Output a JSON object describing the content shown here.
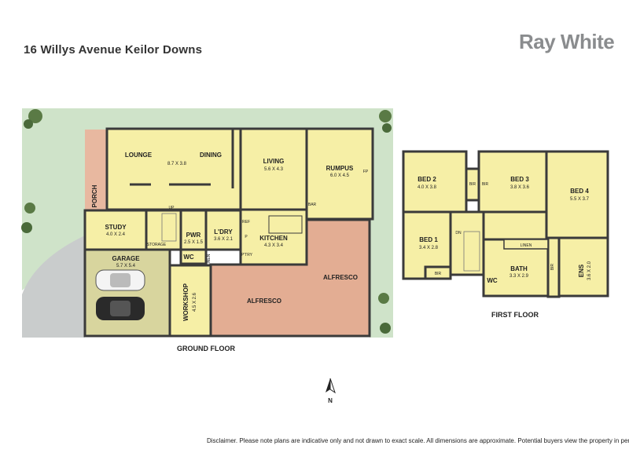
{
  "header": {
    "address": "16 Willys Avenue Keilor Downs",
    "brand": "Ray White"
  },
  "floors": {
    "ground": "GROUND FLOOR",
    "first": "FIRST FLOOR"
  },
  "compass": "N",
  "rooms": {
    "lounge": "LOUNGE",
    "lounge_dining_dims": "8.7 X 3.8",
    "dining": "DINING",
    "living": "LIVING",
    "living_dims": "5.6 X 4.3",
    "rumpus": "RUMPUS",
    "rumpus_dims": "6.0 X 4.5",
    "porch": "PORCH",
    "study": "STUDY",
    "study_dims": "4.0 X 2.4",
    "up": "UP",
    "storage": "STORAGE",
    "pwr": "PWR",
    "pwr_dims": "2.5 X 1.5",
    "ldry": "L'DRY",
    "ldry_dims": "3.6 X 2.1",
    "ref": "REF",
    "p": "P",
    "kitchen": "KITCHEN",
    "kitchen_dims": "4.3 X 3.4",
    "ptry": "P'TRY",
    "bar": "BAR",
    "fp": "FP",
    "wc": "WC",
    "linen": "LINEN",
    "garage": "GARAGE",
    "garage_dims": "5.7 X 5.4",
    "workshop": "WORKSHOP",
    "workshop_dims": "4.5 X 2.6",
    "alfresco": "ALFRESCO",
    "bed2": "BED 2",
    "bed2_dims": "4.0 X 3.8",
    "bed3": "BED 3",
    "bed3_dims": "3.8 X 3.6",
    "bed4": "BED 4",
    "bed4_dims": "5.5 X 3.7",
    "bed1": "BED 1",
    "bed1_dims": "3.4 X 2.8",
    "bir": "BIR",
    "dn": "DN",
    "bath": "BATH",
    "bath_dims": "3.3 X 2.9",
    "ens": "ENS",
    "ens_dims": "3.6 X 2.0"
  },
  "disclaimer": "Disclaimer. Please note plans are indicative only and not drawn to exact scale. All dimensions are approximate. Potential buyers view the property in person.",
  "colors": {
    "room": "#f6efa6",
    "garage": "#d8d59e",
    "alfresco": "#e3ad93",
    "porch": "#e8b8a0",
    "lawn": "#cfe3c9",
    "wall": "#3a3a3a",
    "brand": "#8a8c8e"
  }
}
